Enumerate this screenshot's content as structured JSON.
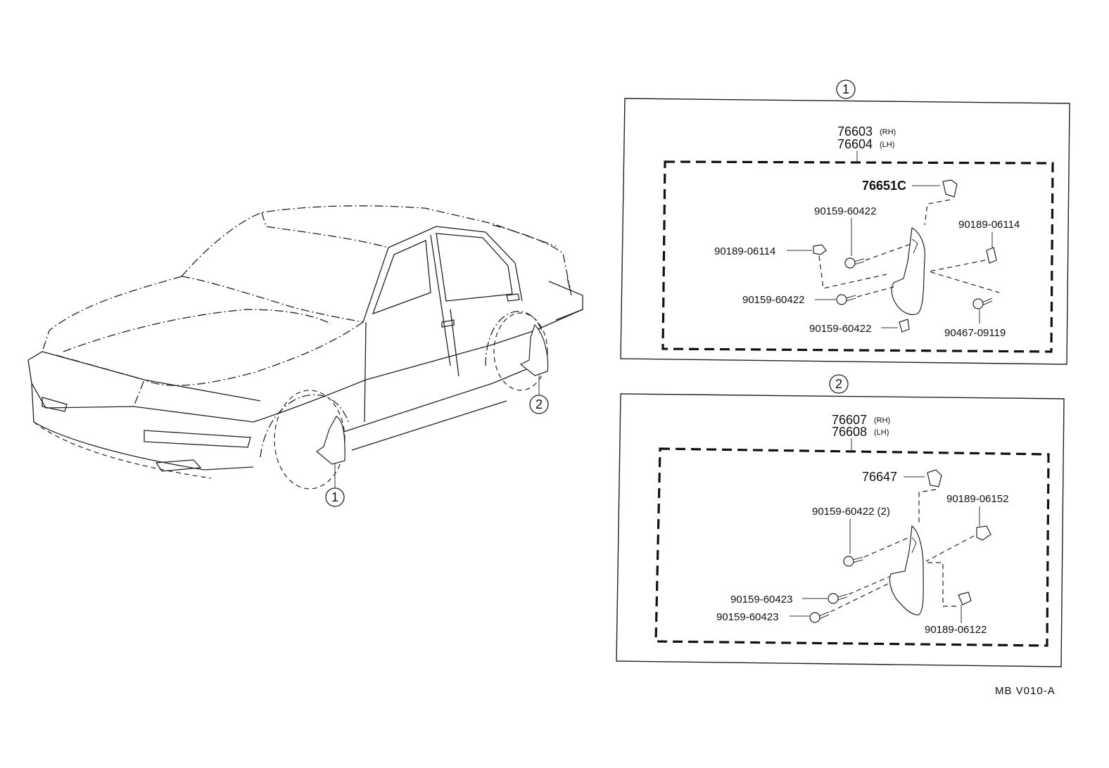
{
  "callouts": {
    "c1": "1",
    "c2": "2"
  },
  "panel1": {
    "badge": "1",
    "assembly_rh": "76603",
    "assembly_rh_side": "(RH)",
    "assembly_lh": "76604",
    "assembly_lh_side": "(LH)",
    "parts": {
      "clip": "76651C",
      "screw_top": "90159-60422",
      "nut_left": "90189-06114",
      "screw_mid": "90159-60422",
      "screw_bottom": "90159-60422",
      "nut_right": "90189-06114",
      "bolt_right": "90467-09119"
    }
  },
  "panel2": {
    "badge": "2",
    "assembly_rh": "76607",
    "assembly_rh_side": "(RH)",
    "assembly_lh": "76608",
    "assembly_lh_side": "(LH)",
    "parts": {
      "clip": "76647",
      "screw_top": "90159-60422 (2)",
      "nut_top_right": "90189-06152",
      "screw_1": "90159-60423",
      "screw_2": "90159-60423",
      "nut_bottom_right": "90189-06122"
    }
  },
  "reference": "MB  V010-A"
}
